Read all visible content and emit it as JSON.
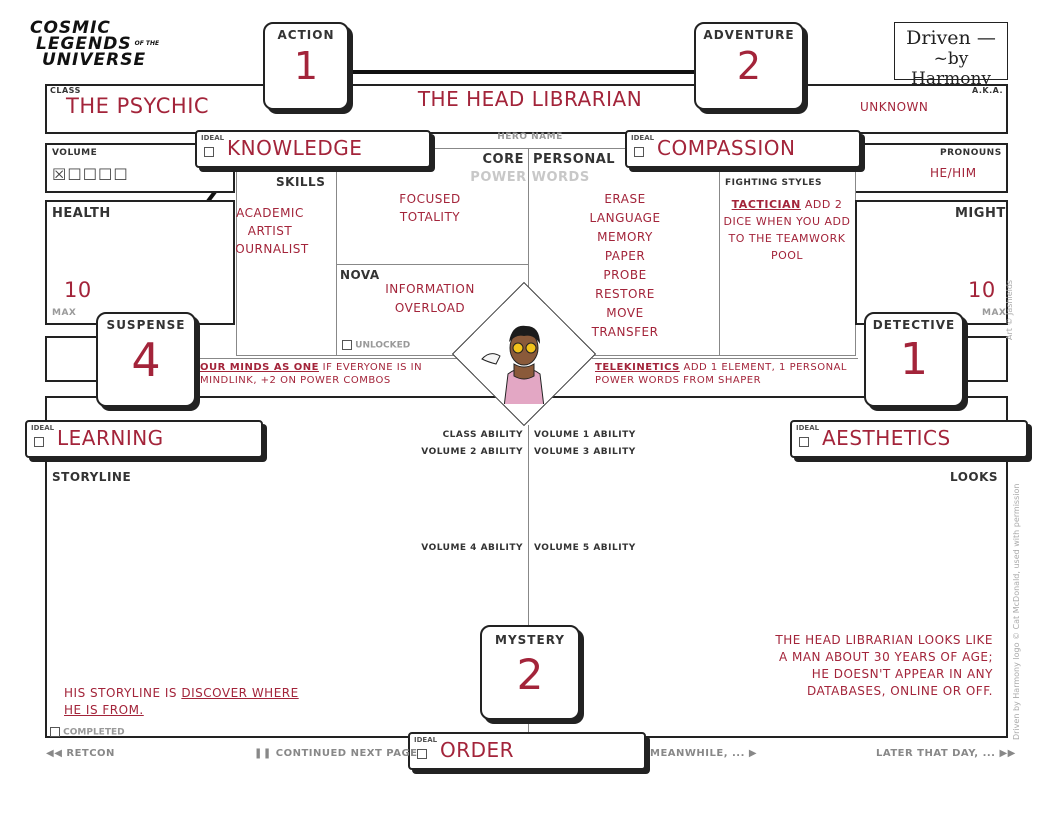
{
  "logo": {
    "line1": "COSMIC",
    "line2": "LEGENDS",
    "of_the": "OF THE",
    "line3": "UNIVERSE"
  },
  "dbh_logo": {
    "line1": "Driven —",
    "line2": "~by Harmony"
  },
  "class": {
    "label": "CLASS",
    "value": "THE PSYCHIC"
  },
  "aka": {
    "label": "A.K.A.",
    "value": "UNKNOWN"
  },
  "hero_name": {
    "label": "HERO NAME",
    "value": "THE HEAD LIBRARIAN"
  },
  "volume": {
    "label": "VOLUME",
    "boxes": [
      "☒",
      "☐",
      "☐",
      "☐",
      "☐"
    ]
  },
  "pronouns": {
    "label": "PRONOUNS",
    "value": "HE/HIM"
  },
  "health": {
    "label": "HEALTH",
    "value": "10",
    "max_label": "MAX"
  },
  "might": {
    "label": "MIGHT",
    "value": "10",
    "max_label": "MAX"
  },
  "skills": {
    "label": "SKILLS",
    "items": [
      "ACADEMIC",
      "ARTIST",
      "JOURNALIST"
    ]
  },
  "core": {
    "label": "CORE",
    "items": [
      "FOCUSED",
      "TOTALITY"
    ]
  },
  "power_words_label": "POWER WORDS",
  "personal": {
    "label": "PERSONAL",
    "items": [
      "ERASE",
      "LANGUAGE",
      "MEMORY",
      "PAPER",
      "PROBE",
      "RESTORE",
      "MOVE",
      "TRANSFER"
    ]
  },
  "fighting_styles": {
    "label": "FIGHTING STYLES",
    "value_bold": "TACTICIAN",
    "value_rest": " ADD 2 DICE WHEN YOU ADD TO THE TEAMWORK POOL"
  },
  "nova": {
    "label": "NOVA",
    "value": "INFORMATION OVERLOAD",
    "unlocked": "UNLOCKED"
  },
  "left_ability": {
    "bold": "OUR MINDS AS ONE",
    "rest": " IF EVERYONE IS IN MINDLINK, +2 ON POWER COMBOS"
  },
  "right_ability": {
    "bold": "TELEKINETICS",
    "rest": " ADD 1 ELEMENT, 1 PERSONAL POWER WORDS FROM SHAPER"
  },
  "abilities": {
    "class": "CLASS ABILITY",
    "v1": "VOLUME 1 ABILITY",
    "v2": "VOLUME 2 ABILITY",
    "v3": "VOLUME 3 ABILITY",
    "v4": "VOLUME 4 ABILITY",
    "v5": "VOLUME 5 ABILITY"
  },
  "storyline": {
    "label": "STORYLINE",
    "pre": "HIS STORYLINE IS ",
    "link": "DISCOVER WHERE HE IS FROM.",
    "completed": "COMPLETED"
  },
  "looks": {
    "label": "LOOKS",
    "value": "THE HEAD LIBRARIAN LOOKS LIKE A MAN ABOUT 30 YEARS OF AGE; HE DOESN'T APPEAR IN ANY DATABASES, ONLINE OR OFF."
  },
  "genres": {
    "action": {
      "label": "ACTION",
      "value": "1"
    },
    "adventure": {
      "label": "ADVENTURE",
      "value": "2"
    },
    "suspense": {
      "label": "SUSPENSE",
      "value": "4"
    },
    "detective": {
      "label": "DETECTIVE",
      "value": "1"
    },
    "mystery": {
      "label": "MYSTERY",
      "value": "2"
    }
  },
  "ideals": {
    "tag": "IDEAL",
    "knowledge": "KNOWLEDGE",
    "compassion": "COMPASSION",
    "learning": "LEARNING",
    "aesthetics": "AESTHETICS",
    "order": "ORDER"
  },
  "nav": {
    "retcon": "◀◀ RETCON",
    "continued": "❚❚ CONTINUED NEXT PAGE",
    "meanwhile": "MEANWHILE, ... ▶",
    "later": "LATER THAT DAY, ... ▶▶"
  },
  "credits": {
    "art": "Art © Jashields",
    "logo": "Driven by Harmony logo © Cat McDonald, used with permission"
  },
  "colors": {
    "accent": "#a3243a",
    "ink": "#222222"
  }
}
